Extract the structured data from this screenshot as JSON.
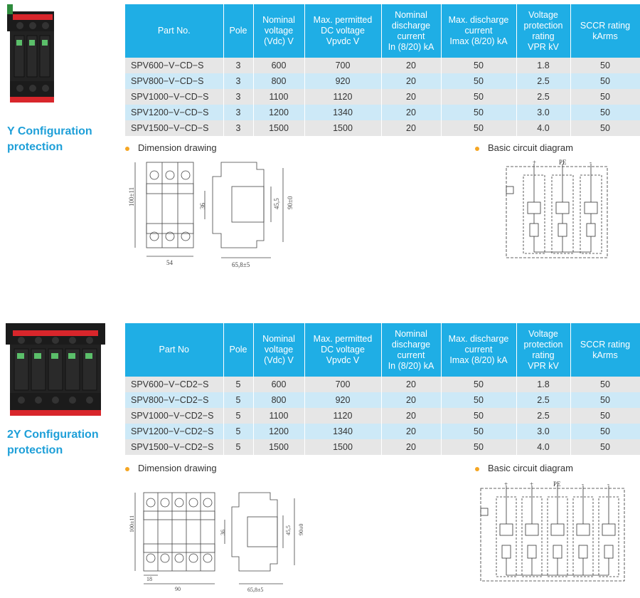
{
  "columns": [
    "Part No.",
    "Pole",
    "Nominal voltage (Vdc) V",
    "Max. permitted DC voltage Vpvdc V",
    "Nominal discharge current In (8/20) kA",
    "Max. discharge current Imax (8/20) kA",
    "Voltage protection rating VPR kV",
    "SCCR rating kArms"
  ],
  "y_config": {
    "title_line1": "Y Configuration",
    "title_line2": "protection",
    "headers": {
      "part": "Part No.",
      "pole": "Pole",
      "nominal": [
        "Nominal",
        "voltage",
        "(Vdc) V"
      ],
      "maxdc": [
        "Max. permitted",
        "DC voltage",
        "Vpvdc V"
      ],
      "in": [
        "Nominal",
        "discharge",
        "current",
        "In (8/20) kA"
      ],
      "imax": [
        "Max. discharge",
        "current",
        "Imax (8/20) kA"
      ],
      "vpr": [
        "Voltage",
        "protection",
        "rating",
        "VPR kV"
      ],
      "sccr": [
        "SCCR rating",
        "kArms"
      ]
    },
    "rows": [
      {
        "part": "SPV600−V−CD−S",
        "pole": "3",
        "nominal": "600",
        "maxdc": "700",
        "in": "20",
        "imax": "50",
        "vpr": "1.8",
        "sccr": "50"
      },
      {
        "part": "SPV800−V−CD−S",
        "pole": "3",
        "nominal": "800",
        "maxdc": "920",
        "in": "20",
        "imax": "50",
        "vpr": "2.5",
        "sccr": "50"
      },
      {
        "part": "SPV1000−V−CD−S",
        "pole": "3",
        "nominal": "1100",
        "maxdc": "1120",
        "in": "20",
        "imax": "50",
        "vpr": "2.5",
        "sccr": "50"
      },
      {
        "part": "SPV1200−V−CD−S",
        "pole": "3",
        "nominal": "1200",
        "maxdc": "1340",
        "in": "20",
        "imax": "50",
        "vpr": "3.0",
        "sccr": "50"
      },
      {
        "part": "SPV1500−V−CD−S",
        "pole": "3",
        "nominal": "1500",
        "maxdc": "1500",
        "in": "20",
        "imax": "50",
        "vpr": "4.0",
        "sccr": "50"
      }
    ],
    "dimension_label": "Dimension drawing",
    "circuit_label": "Basic circuit diagram",
    "dims": {
      "height": "100±11",
      "width": "54",
      "mid": "36",
      "depth": "65,8±5",
      "h1": "45,5",
      "h2": "90±0"
    },
    "circuit_terms": [
      "+",
      "PE",
      "-"
    ]
  },
  "y2_config": {
    "title_line1": "2Y Configuration",
    "title_line2": "protection",
    "headers": {
      "part": "Part No",
      "pole": "Pole",
      "nominal": [
        "Nominal",
        "voltage",
        "(Vdc) V"
      ],
      "maxdc": [
        "Max. permitted",
        "DC voltage",
        "Vpvdc V"
      ],
      "in": [
        "Nominal",
        "discharge",
        "current",
        "In (8/20) kA"
      ],
      "imax": [
        "Max. discharge",
        "current",
        "Imax (8/20) kA"
      ],
      "vpr": [
        "Voltage",
        "protection",
        "rating",
        "VPR kV"
      ],
      "sccr": [
        "SCCR rating",
        "kArms"
      ]
    },
    "rows": [
      {
        "part": "SPV600−V−CD2−S",
        "pole": "5",
        "nominal": "600",
        "maxdc": "700",
        "in": "20",
        "imax": "50",
        "vpr": "1.8",
        "sccr": "50"
      },
      {
        "part": "SPV800−V−CD2−S",
        "pole": "5",
        "nominal": "800",
        "maxdc": "920",
        "in": "20",
        "imax": "50",
        "vpr": "2.5",
        "sccr": "50"
      },
      {
        "part": "SPV1000−V−CD2−S",
        "pole": "5",
        "nominal": "1100",
        "maxdc": "1120",
        "in": "20",
        "imax": "50",
        "vpr": "2.5",
        "sccr": "50"
      },
      {
        "part": "SPV1200−V−CD2−S",
        "pole": "5",
        "nominal": "1200",
        "maxdc": "1340",
        "in": "20",
        "imax": "50",
        "vpr": "3.0",
        "sccr": "50"
      },
      {
        "part": "SPV1500−V−CD2−S",
        "pole": "5",
        "nominal": "1500",
        "maxdc": "1500",
        "in": "20",
        "imax": "50",
        "vpr": "4.0",
        "sccr": "50"
      }
    ],
    "dimension_label": "Dimension drawing",
    "circuit_label": "Basic circuit diagram",
    "dims": {
      "height": "100±11",
      "width": "90",
      "pole_w": "18",
      "mid": "36",
      "depth": "65,8±5",
      "h1": "45,5",
      "h2": "90±0"
    },
    "circuit_terms": [
      "+",
      "+",
      "PE",
      "-",
      "-"
    ]
  },
  "colors": {
    "header_blue": "#1faee5",
    "title_blue": "#1e9fd8",
    "row_grey": "#e6e6e6",
    "row_blue": "#cde9f7",
    "bullet": "#f5a623",
    "device_red": "#d8262b",
    "device_black": "#1b1b1b"
  }
}
